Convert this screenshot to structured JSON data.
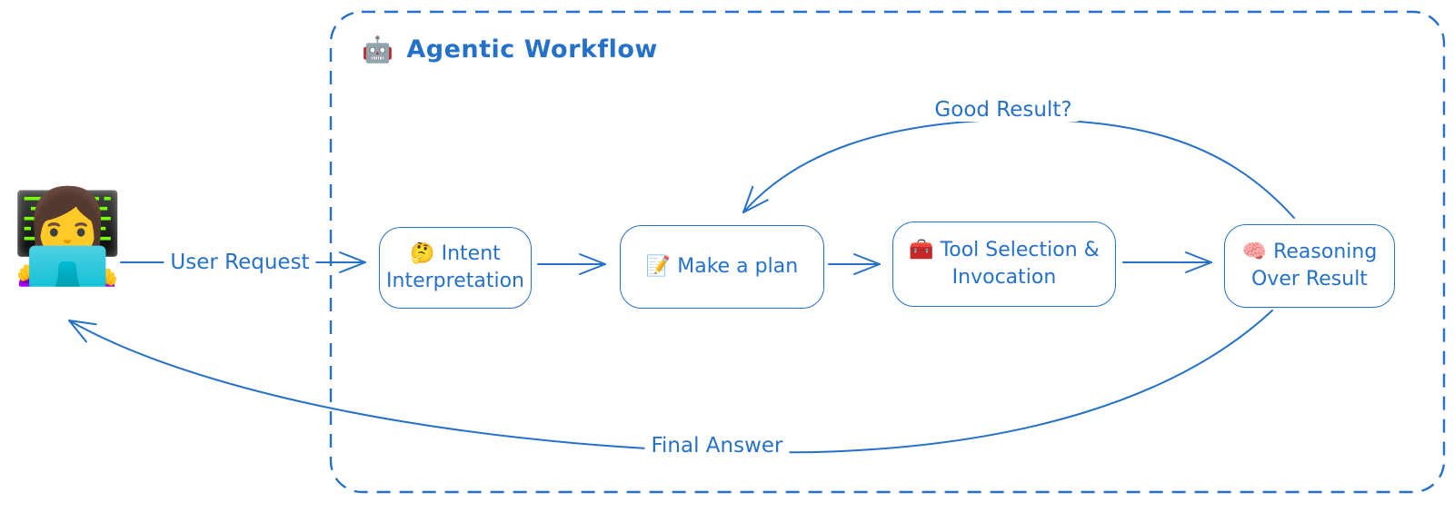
{
  "container": {
    "title": "Agentic Workflow",
    "title_icon": "🤖"
  },
  "actor": {
    "icon": "👩‍💻",
    "description": "user at laptop"
  },
  "nodes": [
    {
      "id": "intent",
      "icon": "🤔",
      "label": "Intent Interpretation"
    },
    {
      "id": "plan",
      "icon": "📝",
      "label": "Make a plan"
    },
    {
      "id": "tools",
      "icon": "🧰",
      "label": "Tool Selection & Invocation"
    },
    {
      "id": "reason",
      "icon": "🧠",
      "label": "Reasoning Over Result"
    }
  ],
  "edges": {
    "user_request_label": "User Request",
    "good_result_label": "Good Result?",
    "final_answer_label": "Final Answer"
  },
  "colors": {
    "accent": "#2571c9",
    "background": "#ffffff"
  }
}
